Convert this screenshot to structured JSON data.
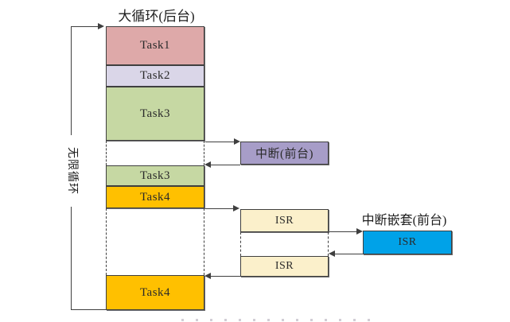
{
  "diagram": {
    "background_title": "大循环(后台)",
    "infinite_loop_label": "无限循环",
    "interrupt_box": {
      "label": "中断(前台)",
      "color": "#A79DC8"
    },
    "nested_interrupt_title": "中断嵌套(前台)",
    "main_blocks": [
      {
        "label": "Task1",
        "color": "#DEA9A9"
      },
      {
        "label": "Task2",
        "color": "#DAD6E8"
      },
      {
        "label": "Task3",
        "color": "#C6D8A3"
      },
      {
        "label": "Task3",
        "color": "#C6D8A3"
      },
      {
        "label": "Task4",
        "color": "#FFC000"
      },
      {
        "label": "Task4",
        "color": "#FFC000"
      }
    ],
    "isr_boxes": [
      {
        "label": "ISR",
        "color": "#FBF0CB"
      },
      {
        "label": "ISR",
        "color": "#FBF0CB"
      }
    ],
    "nested_isr_box": {
      "label": "ISR",
      "color": "#00A2E8"
    },
    "line_color": "#3F3F3F"
  }
}
